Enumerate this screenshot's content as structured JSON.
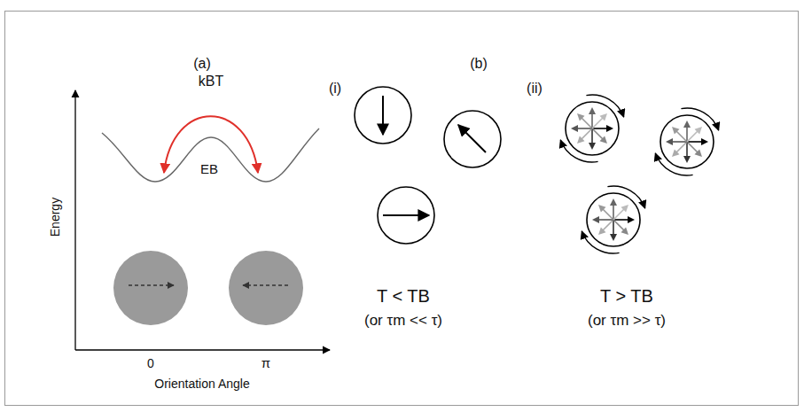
{
  "diagram": {
    "labels": [
      "(a)",
      "(b)",
      "(i)",
      "(ii)",
      "kBT",
      "EB",
      "Energy",
      "0",
      "π",
      "Orientation Angle",
      "T < TB",
      "(or τm << τ)",
      "T > TB",
      "(or τm >> τ)"
    ]
  }
}
